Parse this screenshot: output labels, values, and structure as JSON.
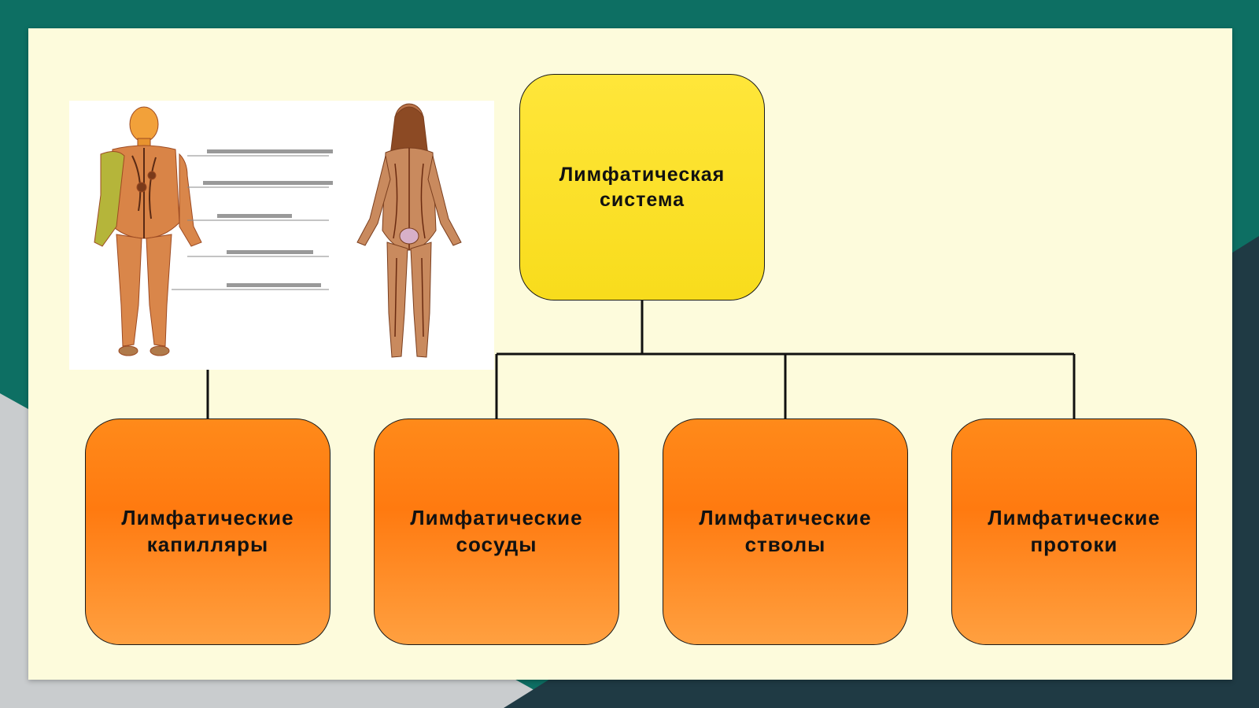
{
  "diagram": {
    "root": {
      "label": "Лимфатическая\nсистема"
    },
    "children": [
      {
        "label": "Лимфатические\nкапилляры"
      },
      {
        "label": "Лимфатические\nсосуды"
      },
      {
        "label": "Лимфатические\nстволы"
      },
      {
        "label": "Лимфатические\nпротоки"
      }
    ]
  },
  "colors": {
    "background": "#0d6f63",
    "slide": "#fdfbdc",
    "root_fill": "#ffe63a",
    "child_fill": "#ff7a10"
  }
}
